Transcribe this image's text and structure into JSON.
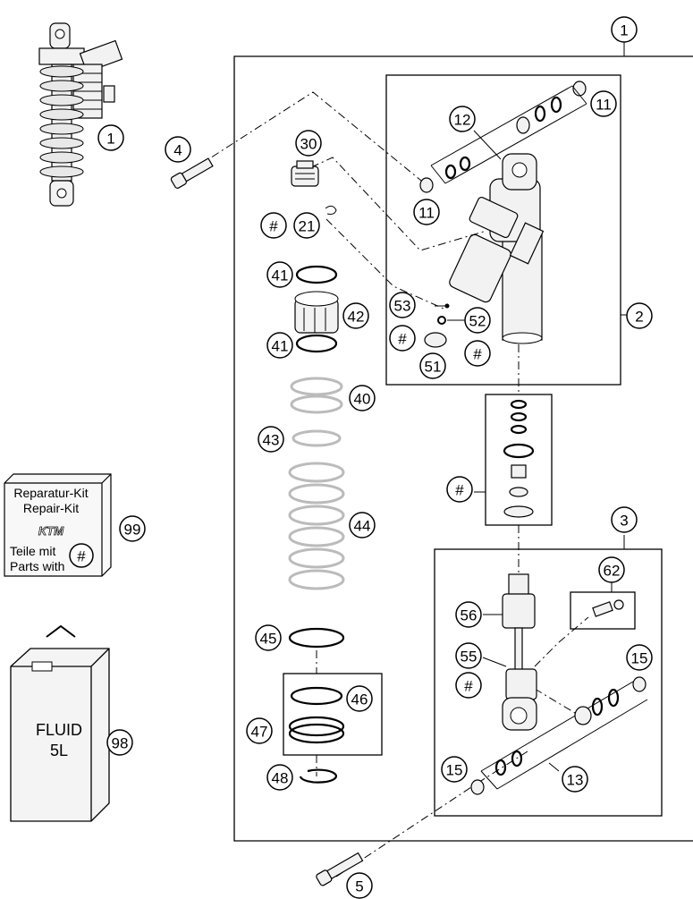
{
  "callouts": {
    "c1_top": "1",
    "c1_thumb": "1",
    "c2": "2",
    "c3": "3",
    "c4": "4",
    "c5": "5",
    "c11a": "11",
    "c11b": "11",
    "c12": "12",
    "c13": "13",
    "c15a": "15",
    "c15b": "15",
    "c21": "21",
    "c30": "30",
    "c40": "40",
    "c41a": "41",
    "c41b": "41",
    "c42": "42",
    "c43": "43",
    "c44": "44",
    "c45": "45",
    "c46": "46",
    "c47": "47",
    "c48": "48",
    "c51": "51",
    "c52": "52",
    "c53": "53",
    "c55": "55",
    "c56": "56",
    "c62": "62",
    "c98": "98",
    "c99": "99",
    "hash_21": "#",
    "hash_51": "#",
    "hash_52": "#",
    "hash_kit": "#",
    "hash_55": "#",
    "hash_box": "#"
  },
  "repair_kit": {
    "line1": "Reparatur-Kit",
    "line2": "Repair-Kit",
    "brand": "KTM",
    "line3": "Teile mit",
    "line4": "Parts with"
  },
  "fluid_can": {
    "line1": "FLUID",
    "line2": "5L"
  }
}
